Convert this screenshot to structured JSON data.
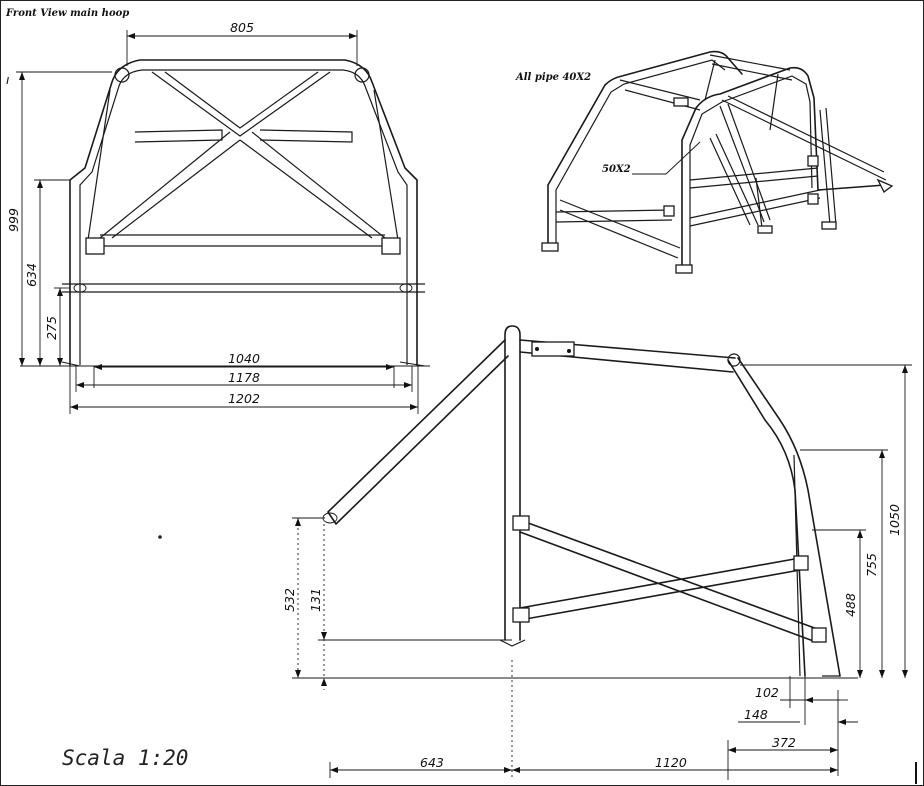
{
  "labels": {
    "front_view": "Front View main hoop",
    "all_pipe": "All pipe 40X2",
    "pipe_50": "50X2",
    "scale": "Scala 1:20"
  },
  "dimensions": {
    "width_top": "805",
    "height_999": "999",
    "height_634": "634",
    "height_275": "275",
    "width_1040": "1040",
    "width_1178": "1178",
    "width_1202": "1202",
    "height_1050": "1050",
    "height_755": "755",
    "height_488": "488",
    "height_532": "532",
    "height_131": "131",
    "len_102": "102",
    "len_148": "148",
    "len_372": "372",
    "len_643": "643",
    "len_1120": "1120"
  },
  "colors": {
    "ink": "#1a1a1a",
    "paper": "#ffffff"
  }
}
